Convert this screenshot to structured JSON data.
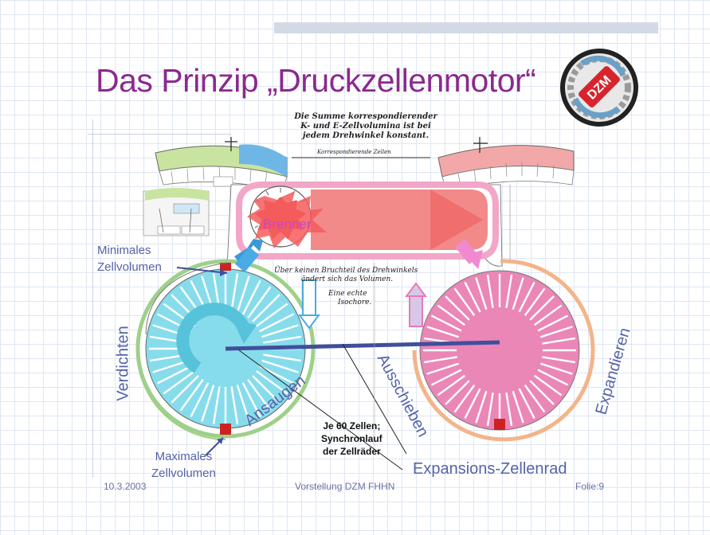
{
  "slide": {
    "title": "Das Prinzip „Druckzellenmotor“",
    "logo_text": "DZM",
    "top_note": [
      "Die Summe korrespondierender",
      "K- und E-Zellvolumina ist bei",
      "jedem Drehwinkel konstant."
    ],
    "top_note_small": "Korrespondierende Zellen",
    "mid_note": [
      "Über keinen Bruchteil des Drehwinkels",
      "ändert sich das Volumen."
    ],
    "isochore_note": [
      "Eine echte",
      "Isochore."
    ],
    "burner_label": "Brenner",
    "label_min_volume": [
      "Minimales",
      "Zellvolumen"
    ],
    "label_max_volume": [
      "Maximales",
      "Zellvolumen"
    ],
    "label_compress": "Verdichten",
    "label_intake": "Ansaugen",
    "label_exhaust": "Ausschieben",
    "label_expand": "Expandieren",
    "label_expansion_wheel": "Expansions-Zellenrad",
    "label_cells": [
      "Je 60 Zellen;",
      "Synchronlauf",
      "der Zellräder"
    ],
    "footer": {
      "date": "10.3.2003",
      "center": "Vorstellung DZM FHHN",
      "page": "Folie:9"
    }
  },
  "colors": {
    "title": "#8a2a8e",
    "label": "#5563a8",
    "compression_wheel": "#87dcec",
    "expansion_wheel": "#ea87b6",
    "burner_chamber": "#f28a8a",
    "marker": "#cc2222"
  }
}
